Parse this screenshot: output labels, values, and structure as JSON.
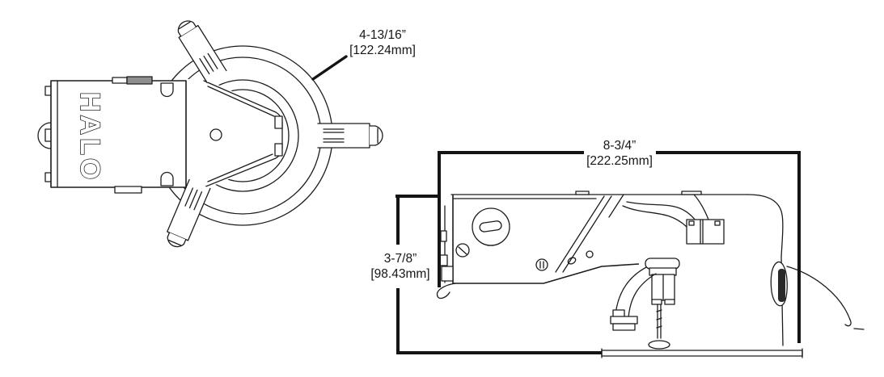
{
  "colors": {
    "background": "#ffffff",
    "line": "#1c1c1c",
    "dimension_line": "#141414"
  },
  "top_view": {
    "brand": "HALO"
  },
  "dimensions": {
    "diameter": {
      "inches": "4-13/16”",
      "mm": "[122.24mm]"
    },
    "overall_width": {
      "inches": "8-3/4”",
      "mm": "[222.25mm]"
    },
    "height": {
      "inches": "3-7/8”",
      "mm": "[98.43mm]"
    }
  }
}
